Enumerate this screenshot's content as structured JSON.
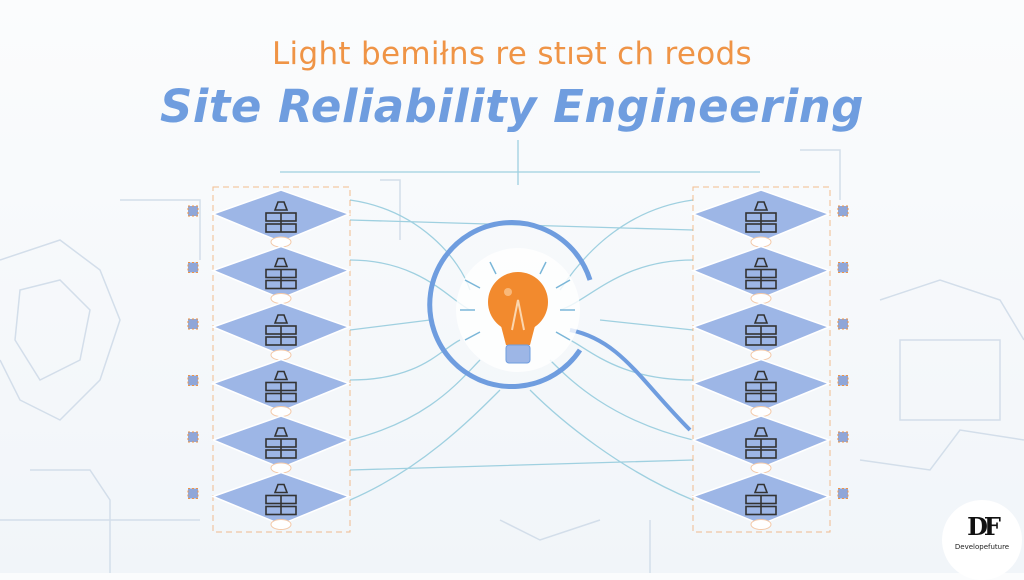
{
  "header": {
    "subtitle": "Light bemiłns re stıət ch reods",
    "title": "Site Reliability Engineering"
  },
  "diagram": {
    "left_stack_count": 6,
    "right_stack_count": 6,
    "center_icon": "lightbulb-icon",
    "colors": {
      "accent_orange": "#ef9446",
      "accent_blue": "#6f9ddf",
      "server_fill": "#9db6e6",
      "line": "#9fd0e0"
    }
  },
  "logo": {
    "mark": "DF",
    "name": "Developefuture"
  }
}
